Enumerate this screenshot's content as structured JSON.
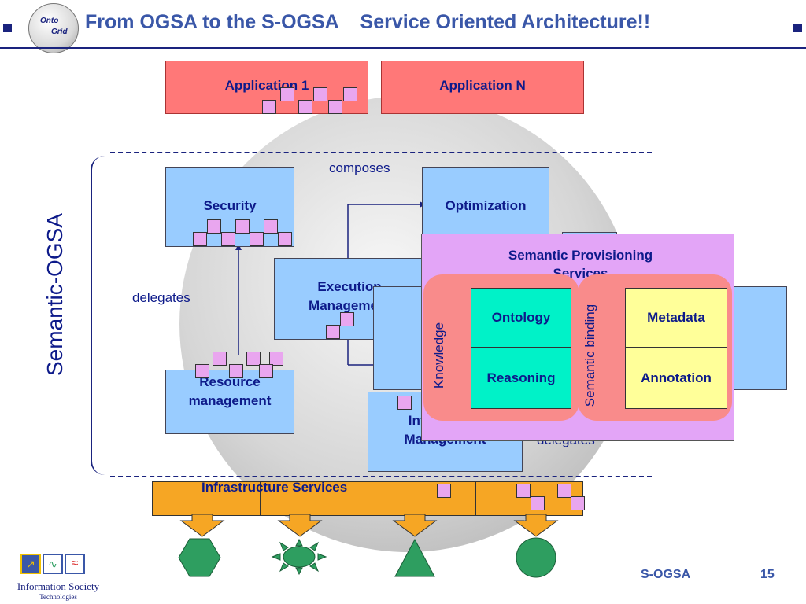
{
  "slide": {
    "title": "From OGSA to the S-OGSA    Service Oriented Architecture!!",
    "logo_text_1": "Onto",
    "logo_text_2": "Grid",
    "side_label": "Semantic-OGSA",
    "footer_label": "S-OGSA",
    "page_number": "15",
    "ist_logo": {
      "line1": "Information Society",
      "line2": "Technologies"
    }
  },
  "diagram": {
    "applications": [
      "Application 1",
      "Application N"
    ],
    "composes": "composes",
    "delegates_left": "delegates",
    "delegates_bottom": "delegates",
    "services": {
      "security": "Security",
      "optimization": "Optimization",
      "execution_line1": "Execution",
      "execution_line2": "Management",
      "resource_line1": "Resource",
      "resource_line2": "management",
      "info_line1": "Information",
      "info_line2": "Management"
    },
    "semantic_provisioning": {
      "title_line1": "Semantic Provisioning",
      "title_line2": "Services",
      "knowledge": "Knowledge",
      "semantic_binding": "Semantic binding",
      "ontology": "Ontology",
      "reasoning": "Reasoning",
      "metadata": "Metadata",
      "annotation": "Annotation"
    },
    "infrastructure": "Infrastructure Services"
  },
  "colors": {
    "title": "#3a57a8",
    "navy": "#1a237e",
    "application": "#ff7878",
    "service": "#99ccff",
    "semantic_panel": "#e3a5f7",
    "knowledge_panel": "#f98b8b",
    "ontology": "#00f2c8",
    "metadata": "#ffff99",
    "infrastructure": "#f6a624",
    "resource_shapes": "#2e9e60"
  }
}
